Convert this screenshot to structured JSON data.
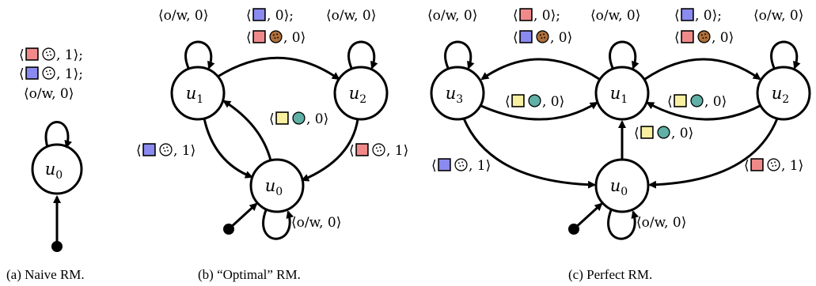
{
  "colors": {
    "red": "#f08a8a",
    "blue": "#8a8af0",
    "yellow": "#f8f0a0",
    "teal": "#5fb0a6",
    "cookie": "#b0703a",
    "stroke": "#000000"
  },
  "nodes": {
    "u0": "u",
    "u0_sub": "0",
    "u1": "u",
    "u1_sub": "1",
    "u2": "u",
    "u2_sub": "2",
    "u3": "u",
    "u3_sub": "3"
  },
  "text": {
    "lang": "⟨",
    "rang": "⟩",
    "ow0": "⟨o/w, 0⟩",
    "comma1": ", 1⟩",
    "comma0": ", 0⟩",
    "comma0semi": ", 0⟩;",
    "comma1semi": ", 1⟩;"
  },
  "captions": {
    "a": "(a) Naive RM.",
    "b": "(b) “Optimal” RM.",
    "c": "(c) Perfect RM."
  }
}
